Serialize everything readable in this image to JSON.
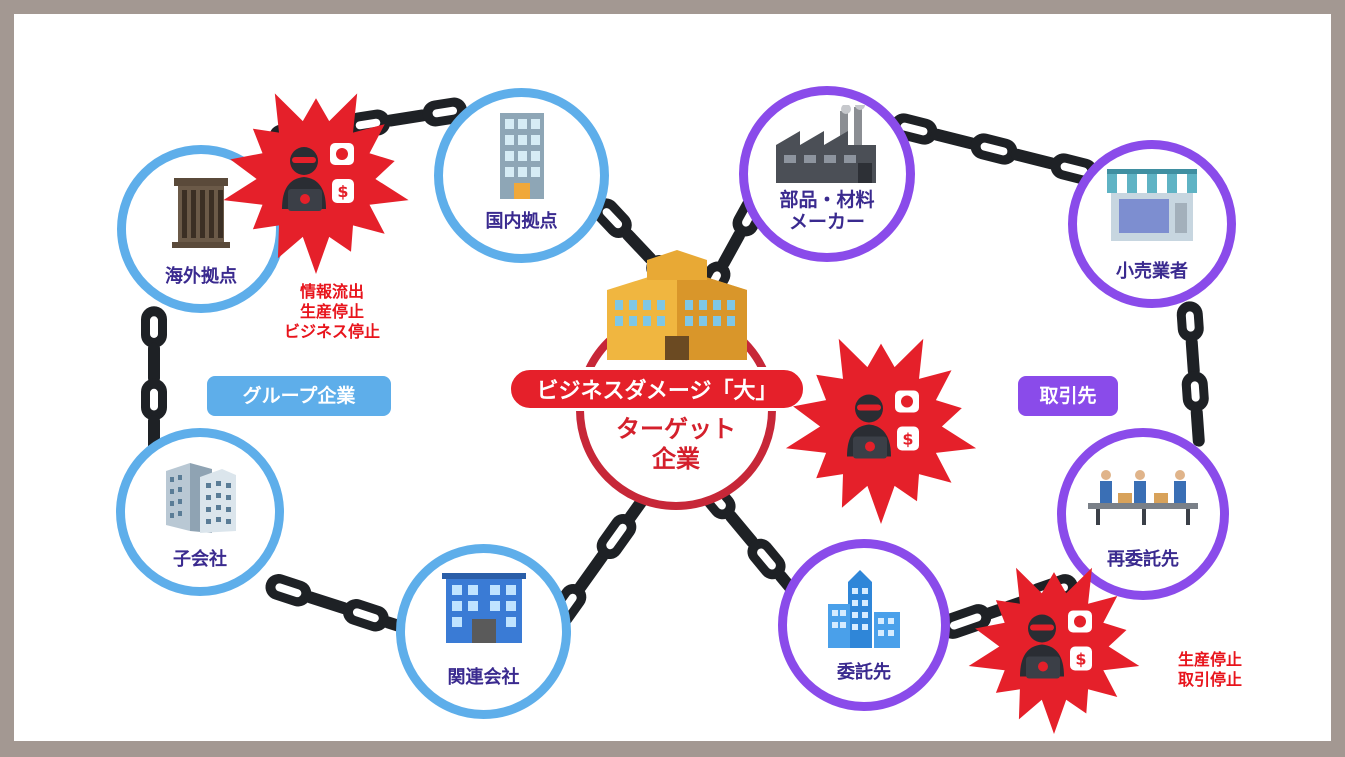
{
  "colors": {
    "group_ring": "#5eaeea",
    "partner_ring": "#8a4bea",
    "target_ring": "#c72738",
    "alert_red": "#e5202a",
    "label_text": "#3a2a8f",
    "chain": "#1e2125"
  },
  "groups": {
    "group_label": "グループ企業",
    "partner_label": "取引先"
  },
  "target": {
    "label": "ターゲット 企業",
    "damage": "ビジネスダメージ「大」"
  },
  "nodes": {
    "overseas": {
      "label": "海外拠点",
      "icon": "classical-building-icon"
    },
    "domestic": {
      "label": "国内拠点",
      "icon": "office-tower-icon"
    },
    "subsidiary": {
      "label": "子会社",
      "icon": "office-buildings-icon"
    },
    "affiliate": {
      "label": "関連会社",
      "icon": "office-block-icon"
    },
    "parts_maker": {
      "label": "部品・材料 メーカー",
      "icon": "factory-icon"
    },
    "retailer": {
      "label": "小売業者",
      "icon": "storefront-icon"
    },
    "subcontractor": {
      "label": "再委託先",
      "icon": "workers-conveyor-icon"
    },
    "contractor": {
      "label": "委託先",
      "icon": "skyscraper-icon"
    }
  },
  "impacts": {
    "left": [
      "情報流出",
      "生産停止",
      "ビジネス停止"
    ],
    "right": [
      "生産停止",
      "取引停止"
    ]
  }
}
